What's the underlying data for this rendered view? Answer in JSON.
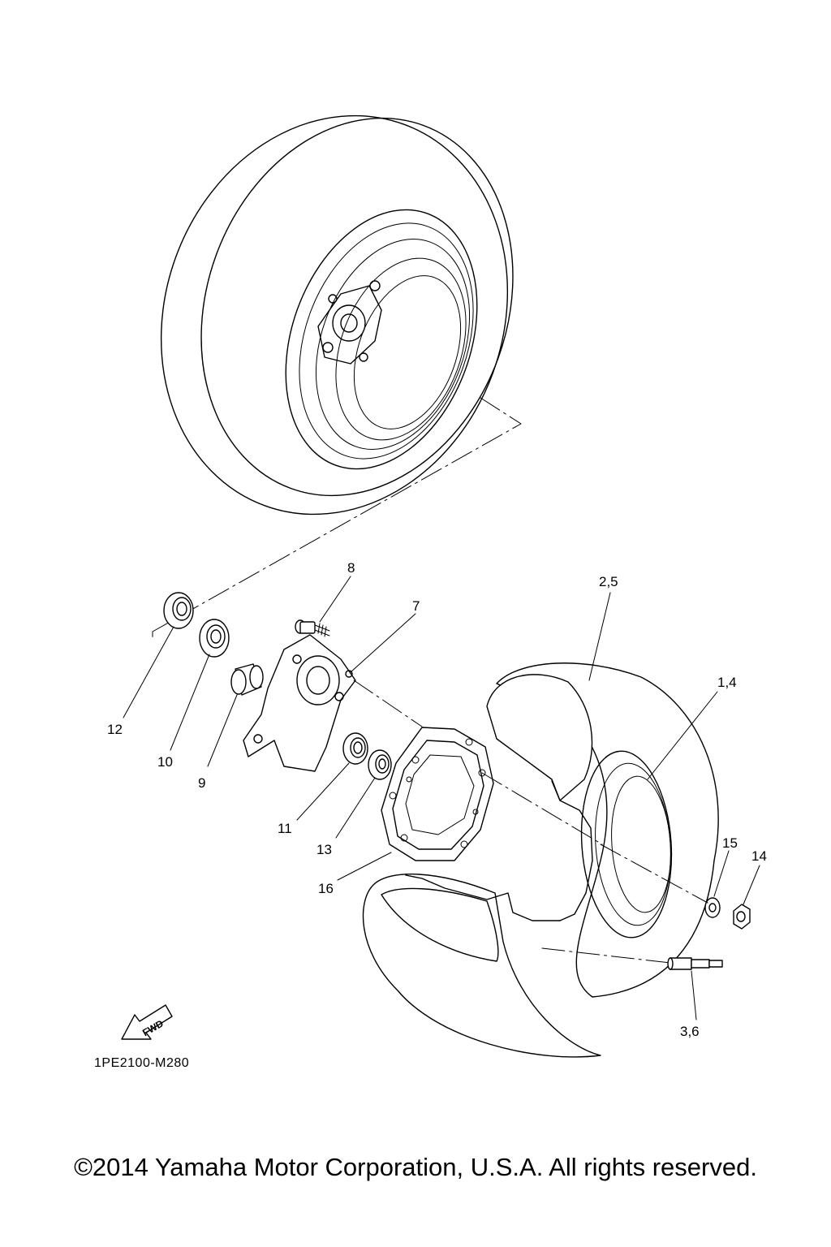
{
  "diagram": {
    "callouts": {
      "c1": "8",
      "c2": "2,5",
      "c3": "7",
      "c4": "1,4",
      "c5": "12",
      "c6": "10",
      "c7": "9",
      "c8": "11",
      "c9": "13",
      "c10": "16",
      "c11": "15",
      "c12": "14",
      "c13": "3,6"
    },
    "fwd_label": "FWD",
    "drawing_code": "1PE2100-M280"
  },
  "footer": {
    "copyright": "©2014 Yamaha Motor Corporation, U.S.A. All rights reserved."
  }
}
